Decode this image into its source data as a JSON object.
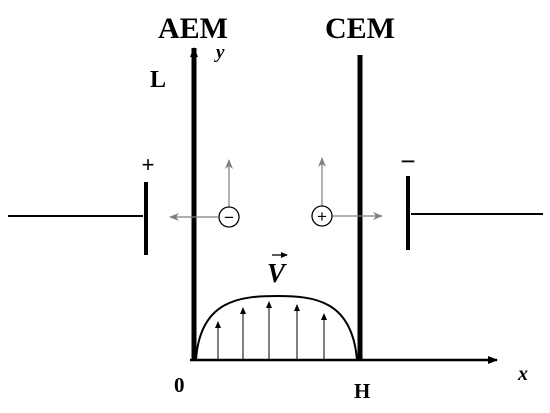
{
  "labels": {
    "aem": "AEM",
    "cem": "CEM",
    "y_axis": "y",
    "x_axis": "x",
    "length": "L",
    "origin": "0",
    "width": "H",
    "velocity": "V"
  },
  "electrodes": {
    "left_sign": "+",
    "right_sign": "−"
  },
  "ions": {
    "anion": "−",
    "cation": "+"
  },
  "colors": {
    "stroke": "#000000",
    "ion_arrow": "#808080"
  }
}
